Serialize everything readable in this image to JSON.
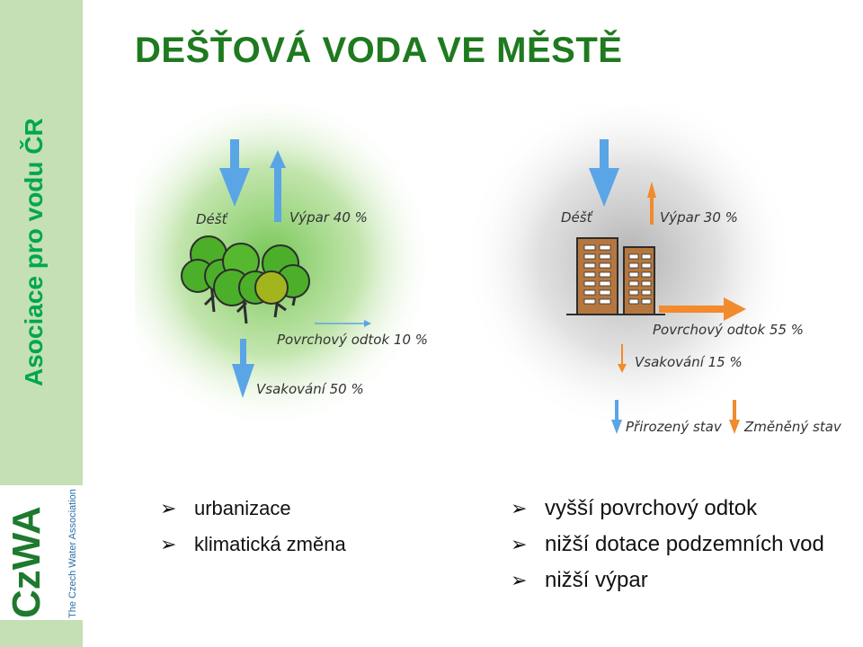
{
  "title": "DEŠŤOVÁ VODA VE MĚSTĚ",
  "sidebar": {
    "vertical_text": "Asociace pro vodu ČR"
  },
  "logo": {
    "letters": "CzWA",
    "tagline": "The Czech Water Association"
  },
  "diagram": {
    "natural": {
      "rain": "Déšť",
      "evaporation": "Výpar 40 %",
      "surface_runoff": "Povrchový odtok 10 %",
      "infiltration": "Vsakování 50 %"
    },
    "urban": {
      "rain": "Déšť",
      "evaporation": "Výpar 30 %",
      "surface_runoff": "Povrchový odtok 55 %",
      "infiltration": "Vsakování 15 %"
    },
    "legend": {
      "natural_state": "Přirozený stav",
      "changed_state": "Změněný stav"
    },
    "colors": {
      "natural_arrow": "#5aa5e6",
      "changed_arrow": "#f28a2e",
      "building": "#b5773f",
      "tree": "#4caf2a"
    }
  },
  "bullets_left": [
    "urbanizace",
    "klimatická změna"
  ],
  "bullets_right": [
    "vyšší povrchový odtok",
    "nižší dotace podzemních vod",
    "nižší výpar"
  ],
  "bullet_icon": "arrowhead-bullet-icon"
}
